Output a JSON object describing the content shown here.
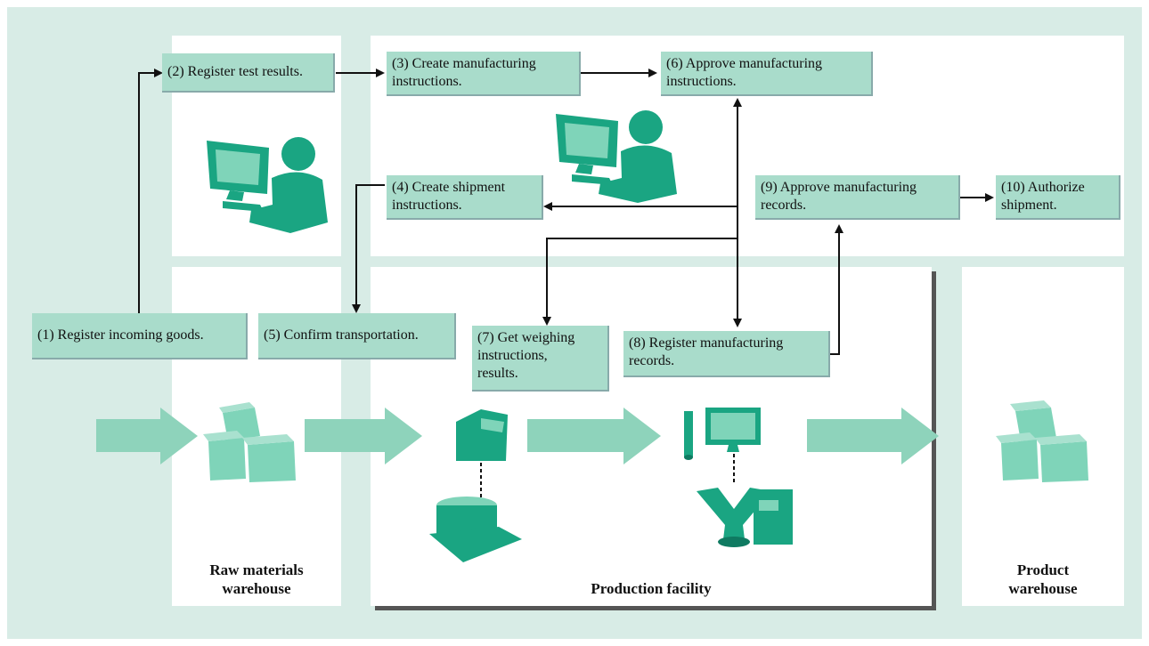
{
  "colors": {
    "background": "#d8ece6",
    "panel": "#ffffff",
    "step_box": "#a9dccb",
    "icon_green": "#1aa582",
    "flow_arrow": "#8ed3bb",
    "connector": "#111111"
  },
  "areas": {
    "raw_materials_warehouse": "Raw materials\nwarehouse",
    "production_facility": "Production facility",
    "product_warehouse": "Product\nwarehouse"
  },
  "steps": {
    "s1": "(1) Register incoming goods.",
    "s2": "(2) Register test results.",
    "s3": "(3) Create manufacturing\ninstructions.",
    "s4": "(4) Create shipment\ninstructions.",
    "s5": "(5) Confirm transportation.",
    "s6": "(6) Approve manufacturing\ninstructions.",
    "s7": "(7) Get weighing\ninstructions,\nresults.",
    "s8": "(8) Register manufacturing\nrecords.",
    "s9": "(9) Approve manufacturing\nrecords.",
    "s10": "(10) Authorize\nshipment."
  },
  "icons": {
    "office_worker_1": "computer-user-icon",
    "office_worker_2": "computer-user-icon",
    "raw_boxes": "boxes-icon",
    "weighing_terminal": "weighing-terminal-icon",
    "scale": "scale-icon",
    "pc_terminal": "pc-terminal-icon",
    "mixer": "mixer-icon",
    "product_boxes": "boxes-icon"
  }
}
